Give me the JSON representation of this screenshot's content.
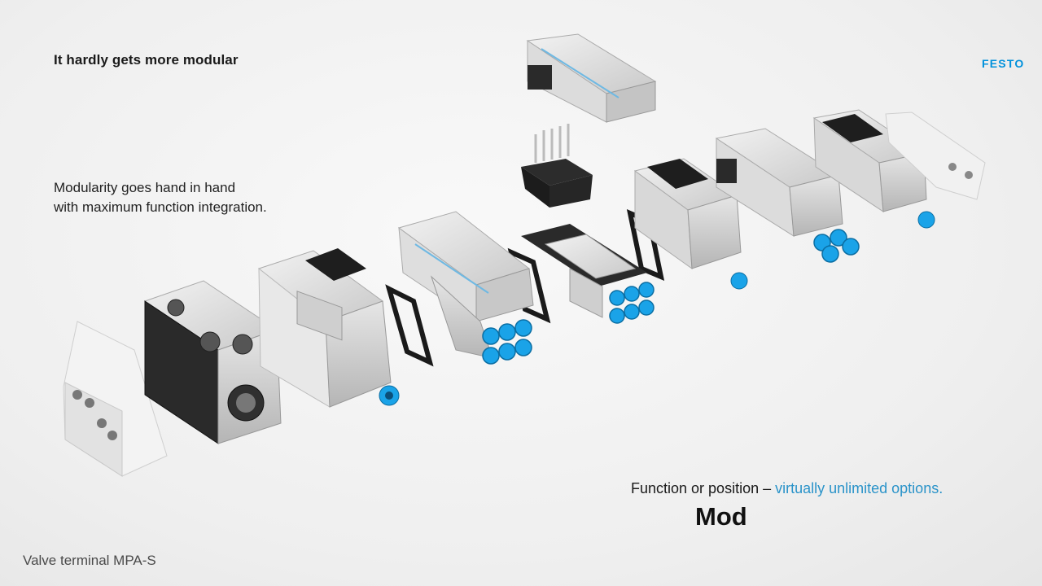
{
  "headline": "It hardly gets more modular",
  "brand": "FESTO",
  "subtext": {
    "line1": "Modularity goes hand in hand",
    "line2": "with maximum function integration."
  },
  "caption": {
    "prefix": "Function or position – ",
    "accent": "virtually unlimited options."
  },
  "overlay_word": "Mod",
  "footer": "Valve terminal MPA-S",
  "colors": {
    "brand_blue": "#0091dc",
    "accent_text": "#2a93c9",
    "fitting_blue": "#1aa3e8"
  }
}
